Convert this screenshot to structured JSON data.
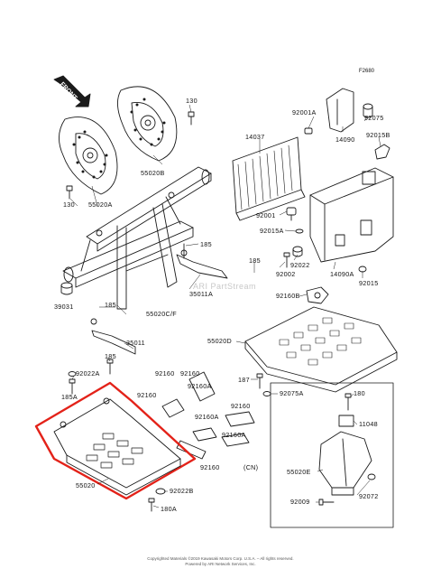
{
  "diagram": {
    "figure_code": "F2680",
    "front_label": "FRONT",
    "watermark": "ARI PartStream",
    "highlight_color": "#e32219",
    "footer_line1": "Copyrighted Materials ©2019 Kawasaki Motors Corp. U.S.A. – All rights reserved.",
    "footer_line2": "Powered by ARI Network Services, Inc.",
    "callouts": [
      {
        "id": "130-top",
        "text": "130"
      },
      {
        "id": "92001a",
        "text": "92001A"
      },
      {
        "id": "92075",
        "text": "92075"
      },
      {
        "id": "14037",
        "text": "14037"
      },
      {
        "id": "14090",
        "text": "14090"
      },
      {
        "id": "92015b",
        "text": "92015B"
      },
      {
        "id": "55020b",
        "text": "55020B"
      },
      {
        "id": "130-left",
        "text": "130"
      },
      {
        "id": "55020a",
        "text": "55020A"
      },
      {
        "id": "92001",
        "text": "92001"
      },
      {
        "id": "92015a",
        "text": "92015A"
      },
      {
        "id": "185-a",
        "text": "185"
      },
      {
        "id": "185-b",
        "text": "185"
      },
      {
        "id": "92022",
        "text": "92022"
      },
      {
        "id": "92002",
        "text": "92002"
      },
      {
        "id": "14090a",
        "text": "14090A"
      },
      {
        "id": "35011a",
        "text": "35011A"
      },
      {
        "id": "92015",
        "text": "92015"
      },
      {
        "id": "39031",
        "text": "39031"
      },
      {
        "id": "185-c",
        "text": "185"
      },
      {
        "id": "55020cf",
        "text": "55020C/F"
      },
      {
        "id": "92160b",
        "text": "92160B"
      },
      {
        "id": "35011",
        "text": "35011"
      },
      {
        "id": "55020d",
        "text": "55020D"
      },
      {
        "id": "185-d",
        "text": "185"
      },
      {
        "id": "92022a",
        "text": "92022A"
      },
      {
        "id": "92160-1",
        "text": "92160"
      },
      {
        "id": "92160-2",
        "text": "92160"
      },
      {
        "id": "187",
        "text": "187"
      },
      {
        "id": "185a",
        "text": "185A"
      },
      {
        "id": "92160a-1",
        "text": "92160A"
      },
      {
        "id": "92160-3",
        "text": "92160"
      },
      {
        "id": "92075a",
        "text": "92075A"
      },
      {
        "id": "180",
        "text": "180"
      },
      {
        "id": "92160a-2",
        "text": "92160A"
      },
      {
        "id": "92160-4",
        "text": "92160"
      },
      {
        "id": "11048",
        "text": "11048"
      },
      {
        "id": "92160a-3",
        "text": "92160A"
      },
      {
        "id": "92160-5",
        "text": "92160"
      },
      {
        "id": "cn",
        "text": "(CN)"
      },
      {
        "id": "55020e",
        "text": "55020E"
      },
      {
        "id": "55020",
        "text": "55020"
      },
      {
        "id": "92022b",
        "text": "92022B"
      },
      {
        "id": "92072",
        "text": "92072"
      },
      {
        "id": "92009",
        "text": "92009"
      },
      {
        "id": "180a",
        "text": "180A"
      }
    ]
  }
}
